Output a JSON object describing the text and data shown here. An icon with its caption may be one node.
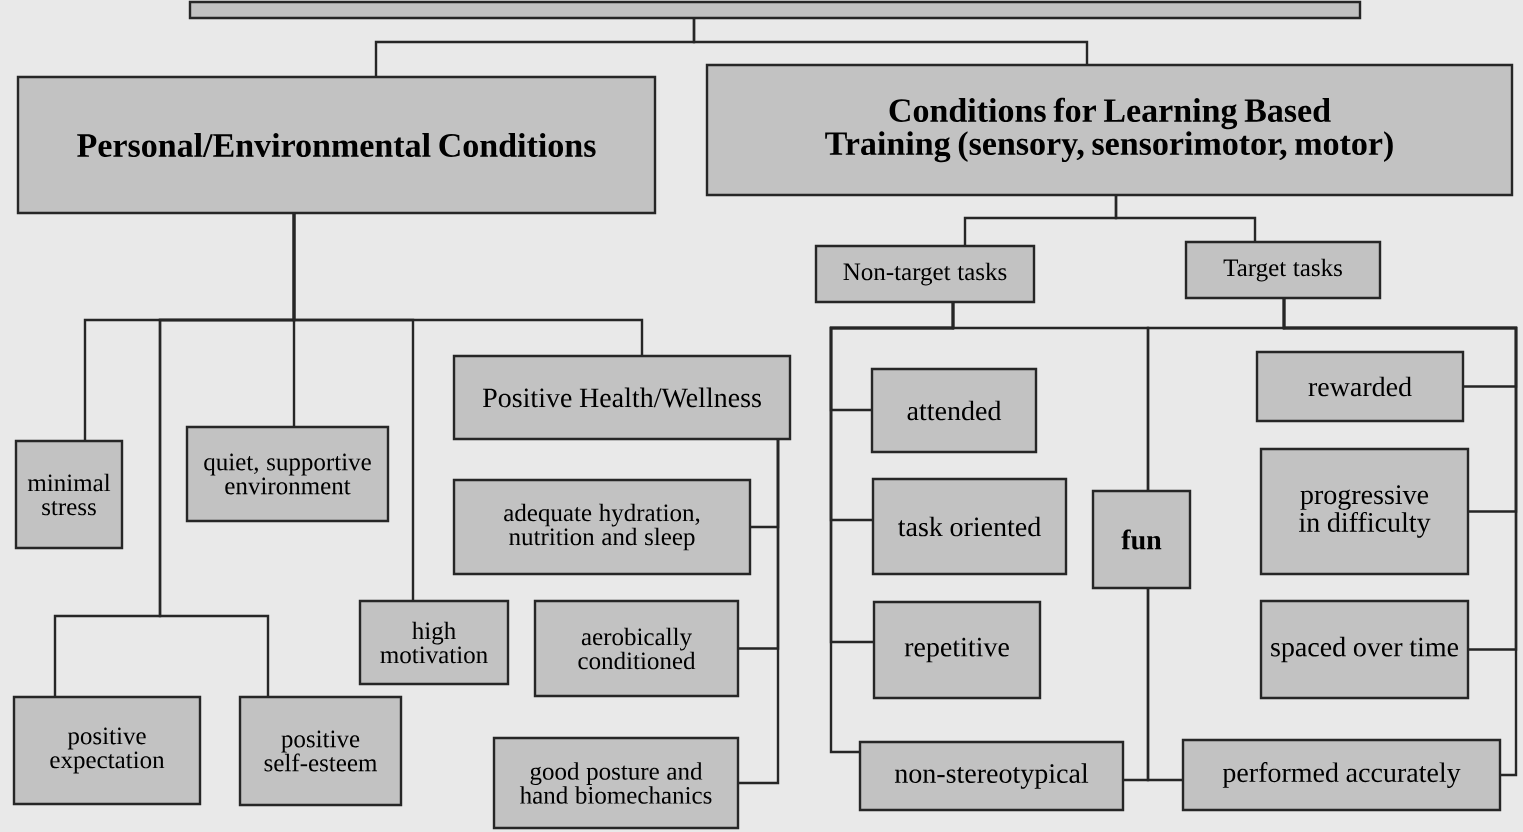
{
  "diagram": {
    "nodes": [
      {
        "text": [],
        "shape": "box"
      },
      {
        "text": [
          "Personal/Environmental Conditions"
        ]
      },
      {
        "text": [
          "Conditions for Learning Based Training (sensory, sensorimotor, motor)"
        ]
      },
      {
        "text": [
          "Non-target tasks"
        ]
      },
      {
        "text": [
          "Target tasks"
        ]
      },
      {
        "text": [
          "minimal stress"
        ]
      },
      {
        "text": [
          "quiet, supportive environment"
        ]
      },
      {
        "text": [
          "Positive Health/Wellness"
        ]
      },
      {
        "text": [
          "adequate hydration, nutrition and sleep"
        ]
      },
      {
        "text": [
          "high motivation"
        ]
      },
      {
        "text": [
          "aerobically conditioned"
        ]
      },
      {
        "text": [
          "positive expectation"
        ]
      },
      {
        "text": [
          "positive self-esteem"
        ]
      },
      {
        "text": [
          "good posture and hand biomechanics"
        ]
      },
      {
        "text": [
          "attended"
        ]
      },
      {
        "text": [
          "task oriented"
        ]
      },
      {
        "text": [
          "repetitive"
        ]
      },
      {
        "text": [
          "non-stereotypical"
        ]
      },
      {
        "text": [
          "fun"
        ]
      },
      {
        "text": [
          "rewarded"
        ]
      },
      {
        "text": [
          "progressive in difficulty"
        ]
      },
      {
        "text": [
          "spaced over time"
        ]
      },
      {
        "text": [
          "performed accurately"
        ]
      }
    ],
    "edges": [
      {
        "from": 0,
        "to": 1,
        "arrow": "none"
      },
      {
        "from": 0,
        "to": 2,
        "arrow": "none"
      },
      {
        "from": 1,
        "to": 5,
        "arrow": "none"
      },
      {
        "from": 1,
        "to": 11,
        "arrow": "none"
      },
      {
        "from": 1,
        "to": 12,
        "arrow": "none"
      },
      {
        "from": 1,
        "to": 6,
        "arrow": "none"
      },
      {
        "from": 1,
        "to": 9,
        "arrow": "none"
      },
      {
        "from": 1,
        "to": 7,
        "arrow": "none"
      },
      {
        "from": 7,
        "to": 8,
        "arrow": "none"
      },
      {
        "from": 7,
        "to": 10,
        "arrow": "none"
      },
      {
        "from": 7,
        "to": 13,
        "arrow": "none"
      },
      {
        "from": 2,
        "to": 3,
        "arrow": "none"
      },
      {
        "from": 2,
        "to": 4,
        "arrow": "none"
      },
      {
        "from": 3,
        "to": 14,
        "arrow": "none"
      },
      {
        "from": 3,
        "to": 15,
        "arrow": "none"
      },
      {
        "from": 3,
        "to": 16,
        "arrow": "none"
      },
      {
        "from": 3,
        "to": 17,
        "arrow": "none"
      },
      {
        "from": 3,
        "to": 18,
        "arrow": "none"
      },
      {
        "from": 4,
        "to": 18,
        "arrow": "none"
      },
      {
        "from": 4,
        "to": 19,
        "arrow": "none"
      },
      {
        "from": 4,
        "to": 20,
        "arrow": "none"
      },
      {
        "from": 4,
        "to": 21,
        "arrow": "none"
      },
      {
        "from": 4,
        "to": 22,
        "arrow": "none"
      },
      {
        "from": 18,
        "to": 17,
        "arrow": "none"
      },
      {
        "from": 18,
        "to": 22,
        "arrow": "none"
      }
    ]
  }
}
